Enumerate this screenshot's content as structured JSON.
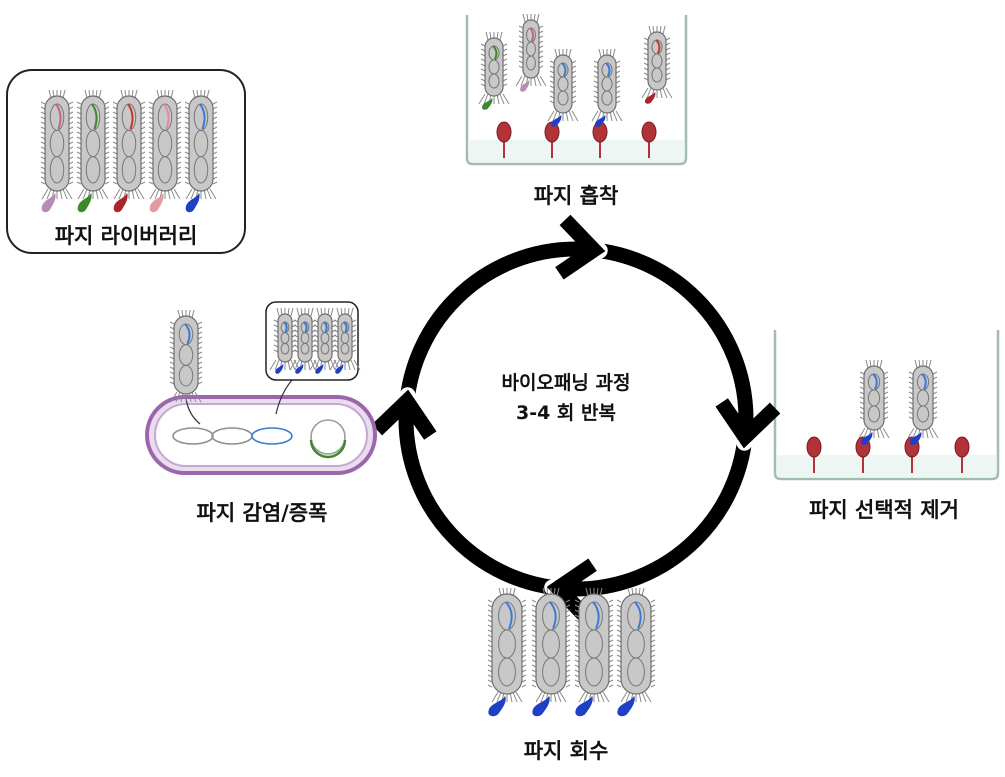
{
  "labels": {
    "library": "파지 라이버러리",
    "binding": "파지 흡착",
    "removal": "파지 선택적 제거",
    "recovery": "파지 회수",
    "infection": "파지 감염/증폭"
  },
  "center": {
    "line1": "바이오패닝 과정",
    "line2": "3-4 회 반복"
  },
  "colors": {
    "phage_body": "#c8c8c8",
    "phage_outline": "#6e6e6e",
    "antibody_blue": "#1f3fc4",
    "antibody_green": "#3a8a2a",
    "antibody_red": "#a8262b",
    "antibody_pink": "#e39aa0",
    "antibody_mauve": "#b88bb4",
    "target_red": "#b2323a",
    "container_fill": "#eef6f3",
    "container_stroke": "#9fbdb3",
    "bacterium_fill": "#eadcef",
    "bacterium_stroke": "#9c66ad",
    "cycle_arrow": "#000000"
  }
}
